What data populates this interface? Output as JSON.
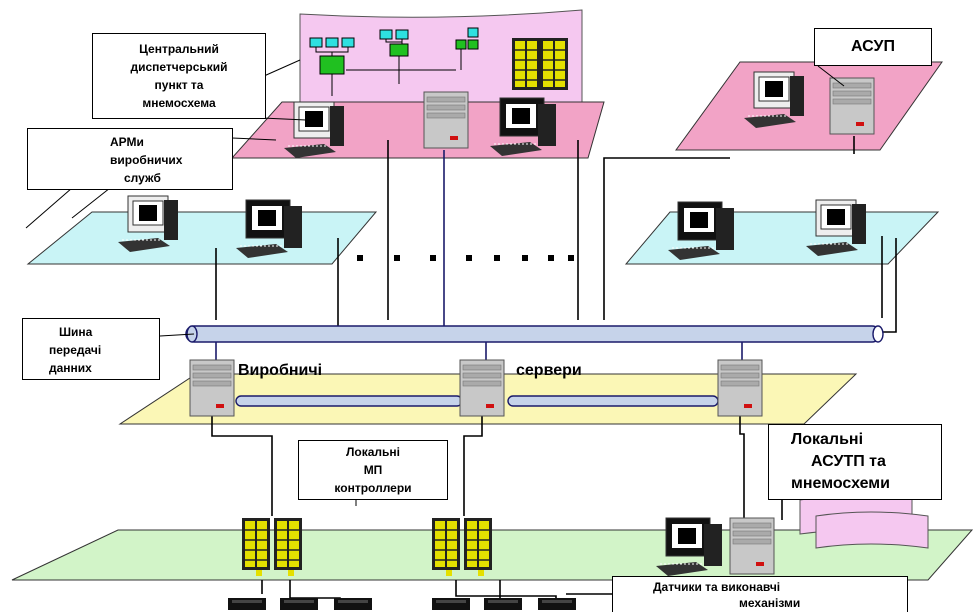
{
  "labels": {
    "central_dispatch": [
      "Центральний",
      "диспетчерський",
      "пункт та",
      "мнемосхема"
    ],
    "arm": [
      "АРМи",
      "виробничих",
      "служб"
    ],
    "asup": "АСУП",
    "bus": [
      "Шина",
      "передачі",
      "данних"
    ],
    "servers_left": "Виробничі",
    "servers_right": "сервери",
    "local_controllers": [
      "Локальні",
      "МП",
      "контроллери"
    ],
    "local_asutp": [
      "Локальні",
      "АСУТП та",
      "мнемосхеми"
    ],
    "sensors": [
      "Датчики та виконавчі",
      "механізми"
    ]
  },
  "colors": {
    "dispatch_platform": "#f2a3c6",
    "dispatch_wall": "#f5c8f0",
    "asup_platform": "#f2a3c6",
    "arm_platform": "#c9f4f6",
    "server_platform": "#fbf7b6",
    "field_platform": "#d2f4c8",
    "bus": "#c6d3ea",
    "server": "#c8c8c8",
    "controller": "#e4e000"
  }
}
